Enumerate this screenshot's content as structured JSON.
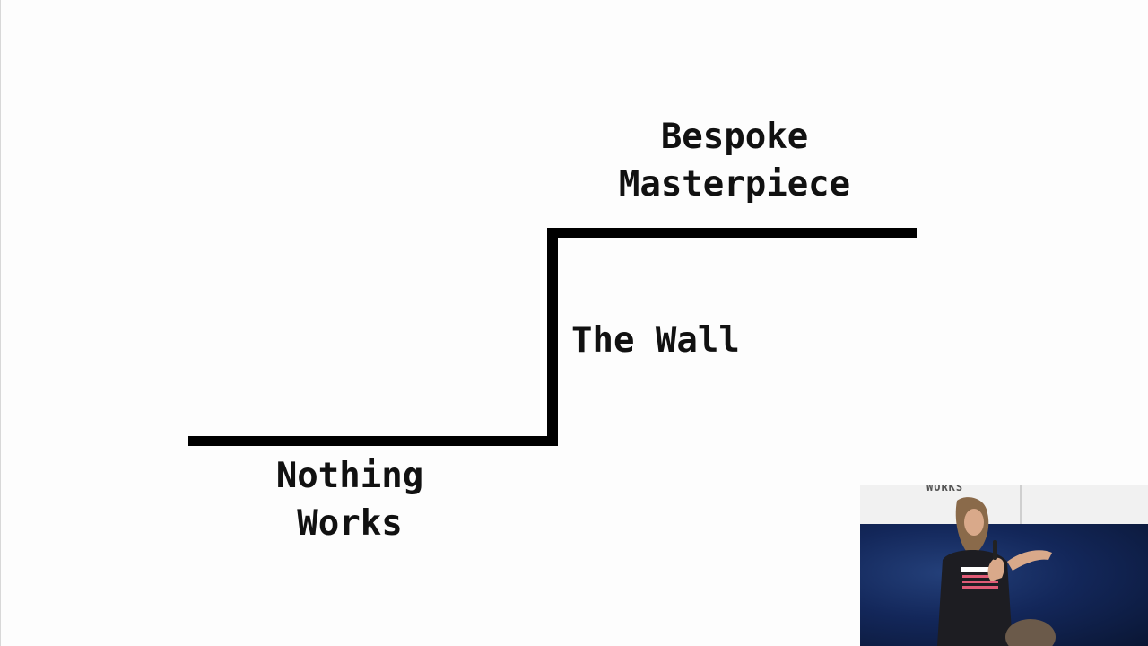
{
  "labels": {
    "top": [
      "Bespoke",
      "Masterpiece"
    ],
    "middle": "The Wall",
    "bottom": [
      "Nothing",
      "Works"
    ]
  },
  "video_inset": {
    "screen_text": "WORKS"
  },
  "colors": {
    "background": "#fdfdfd",
    "line": "#000000",
    "text": "#111111",
    "stage": "#13275a"
  }
}
